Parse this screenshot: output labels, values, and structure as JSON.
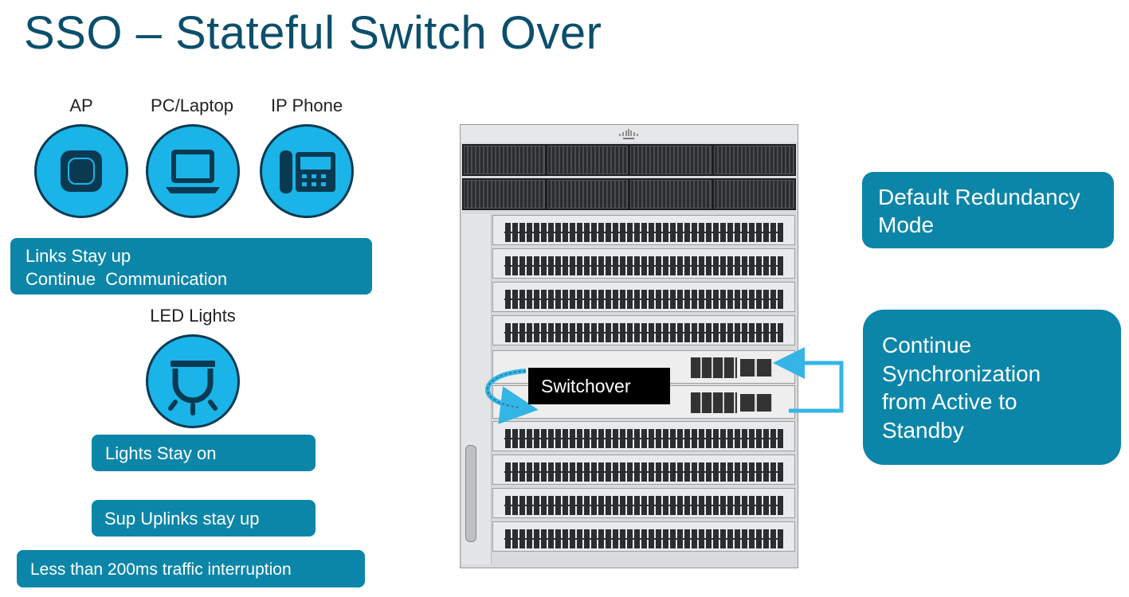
{
  "title": "SSO – Stateful Switch Over",
  "devices": [
    {
      "label": "AP",
      "icon": "access-point-icon"
    },
    {
      "label": "PC/Laptop",
      "icon": "laptop-icon"
    },
    {
      "label": "IP Phone",
      "icon": "ip-phone-icon"
    }
  ],
  "left_boxes": {
    "links_line1": "Links Stay up",
    "links_line2": "Continue  Communication",
    "led_label": "LED Lights",
    "lights": "Lights Stay on",
    "sup_uplinks": "Sup Uplinks stay up",
    "traffic": "Less than 200ms traffic interruption"
  },
  "center": {
    "switchover": "Switchover",
    "chassis_icon": "cisco-catalyst-chassis-image"
  },
  "right_boxes": {
    "redundancy_line1": "Default Redundancy",
    "redundancy_line2": "Mode",
    "sync_line1": "Continue",
    "sync_line2": "Synchronization",
    "sync_line3": "from Active to",
    "sync_line4": "Standby"
  },
  "colors": {
    "title": "#0b4f6c",
    "pill": "#0c86a8",
    "circle_fill": "#1ab4e8",
    "circle_stroke": "#0a3a52",
    "arrow": "#35b5e5"
  }
}
